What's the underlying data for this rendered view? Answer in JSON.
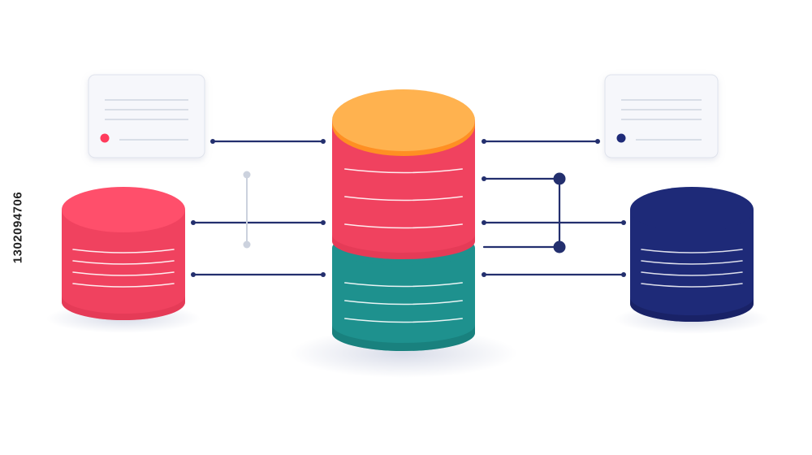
{
  "colors": {
    "pink": "#ff4f6b",
    "pink_side": "#f0425f",
    "pink_dark": "#d9334f",
    "orange": "#ffb24f",
    "orange_rim": "#ff8f23",
    "teal": "#1e918e",
    "teal_dark": "#167471",
    "navy": "#1e2a78",
    "navy_dark": "#151e5c",
    "connector": "#232f6e",
    "connector_light": "#ccd2de",
    "card_fill": "#f6f7fb",
    "card_border": "#dfe3ec",
    "card_line": "#c8cedb",
    "stripe": "#ffffff",
    "left_card_dot": "#ff3b5c",
    "right_card_dot": "#1e2a78"
  },
  "nodes": [
    {
      "id": "left-database",
      "icon": "database-icon",
      "color": "pink",
      "stripes": 4
    },
    {
      "id": "central-database-top",
      "icon": "database-icon",
      "color": "pink",
      "top_color": "orange",
      "stripes": 3
    },
    {
      "id": "central-database-bottom",
      "icon": "database-icon",
      "color": "teal",
      "stripes": 3
    },
    {
      "id": "right-database",
      "icon": "database-icon",
      "color": "navy",
      "stripes": 4
    },
    {
      "id": "left-info-card",
      "icon": "document-card-icon",
      "dot_color": "left_card_dot",
      "lines": 3
    },
    {
      "id": "right-info-card",
      "icon": "document-card-icon",
      "dot_color": "right_card_dot",
      "lines": 3
    }
  ],
  "edges": [
    {
      "from": "left-info-card",
      "to": "central-database-top"
    },
    {
      "from": "left-database",
      "to": "central-database-top"
    },
    {
      "from": "left-database",
      "to": "central-database-bottom"
    },
    {
      "from": "central-database-top",
      "to": "right-info-card"
    },
    {
      "from": "central-database-top",
      "to": "right-database"
    },
    {
      "from": "central-database-bottom",
      "to": "right-database"
    }
  ],
  "watermark": {
    "stock_id": "1302094706"
  }
}
